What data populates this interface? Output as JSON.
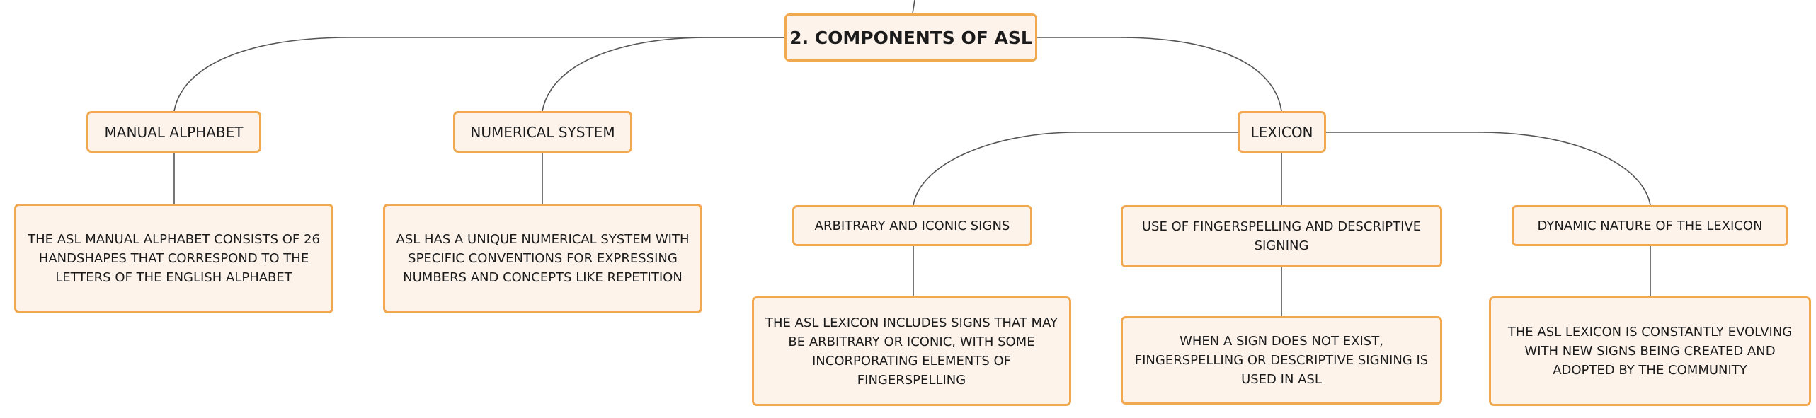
{
  "diagram": {
    "root": "2. COMPONENTS OF ASL",
    "branches": {
      "manual_alphabet": {
        "title": "MANUAL ALPHABET",
        "detail": "THE ASL MANUAL ALPHABET CONSISTS OF 26 HANDSHAPES THAT CORRESPOND TO THE LETTERS OF THE ENGLISH ALPHABET"
      },
      "numerical_system": {
        "title": "NUMERICAL SYSTEM",
        "detail": "ASL HAS A UNIQUE NUMERICAL SYSTEM WITH SPECIFIC CONVENTIONS FOR EXPRESSING NUMBERS AND CONCEPTS LIKE REPETITION"
      },
      "lexicon": {
        "title": "LEXICON",
        "children": {
          "arbitrary_iconic": {
            "title": "ARBITRARY AND ICONIC SIGNS",
            "detail": "THE ASL LEXICON INCLUDES SIGNS THAT MAY BE ARBITRARY OR ICONIC, WITH SOME INCORPORATING ELEMENTS OF FINGERSPELLING"
          },
          "fingerspelling": {
            "title": "USE OF FINGERSPELLING AND DESCRIPTIVE SIGNING",
            "detail": "WHEN A SIGN DOES NOT EXIST, FINGERSPELLING OR DESCRIPTIVE SIGNING IS USED IN ASL"
          },
          "dynamic_nature": {
            "title": "DYNAMIC NATURE OF THE LEXICON",
            "detail": "THE ASL LEXICON IS CONSTANTLY EVOLVING WITH NEW SIGNS BEING CREATED AND ADOPTED BY THE COMMUNITY"
          }
        }
      }
    }
  },
  "colors": {
    "node_fill": "#fdf3eb",
    "node_border": "#f1a84e",
    "connector": "#555555",
    "text": "#1b1b1b"
  }
}
